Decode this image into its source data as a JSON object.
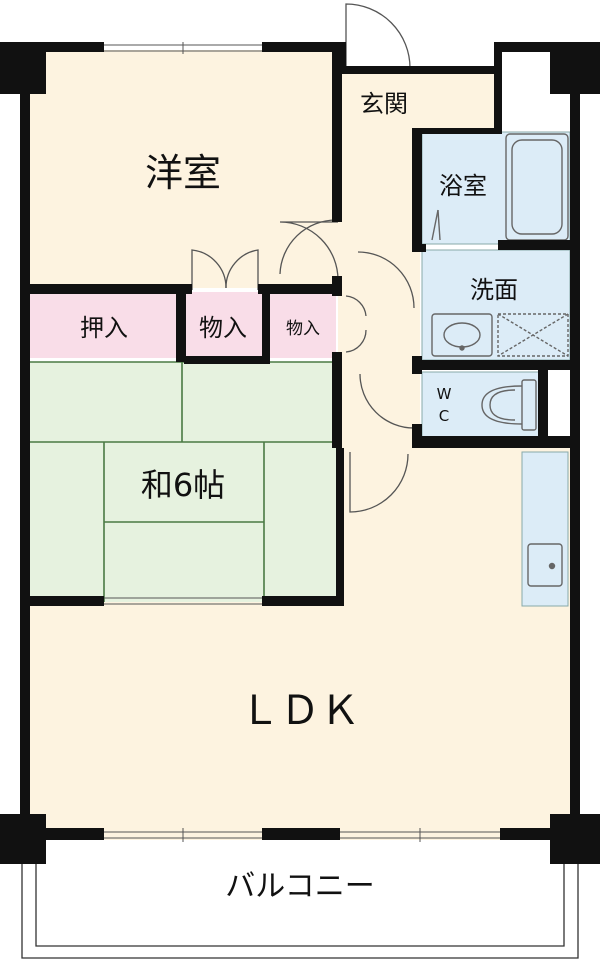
{
  "rooms": {
    "western": "洋室",
    "entrance": "玄関",
    "bath": "浴室",
    "washroom": "洗面",
    "closet_oshiire": "押入",
    "storage_1": "物入",
    "storage_2": "物入",
    "toilet_w": "W",
    "toilet_c": "C",
    "japanese": "和6帖",
    "ldk": "ＬＤＫ",
    "balcony": "バルコニー"
  },
  "colors": {
    "floor_wood": "#fdf3e0",
    "tatami": "#e6f2df",
    "closet": "#f9dde8",
    "wet_area": "#dcecf7",
    "wall": "#111111",
    "tatami_line": "#4a7a44"
  }
}
